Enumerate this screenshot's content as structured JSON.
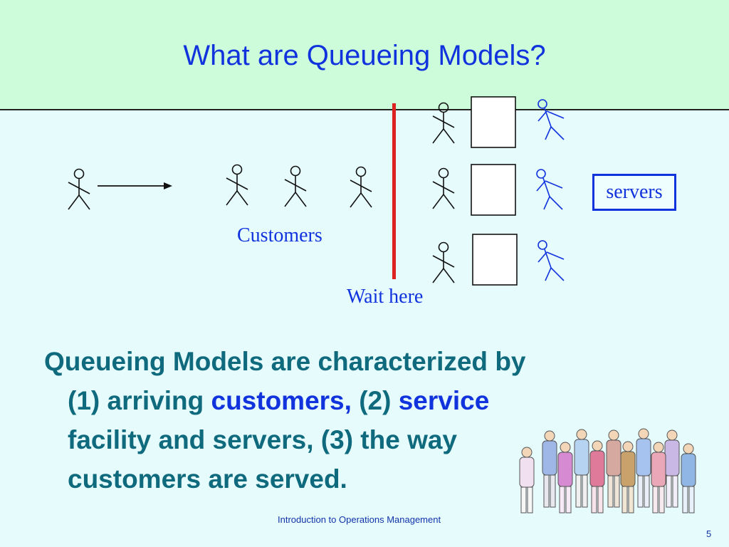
{
  "slide": {
    "title": "What are Queueing Models?",
    "labels": {
      "customers": "Customers",
      "wait_here": "Wait here",
      "servers": "servers"
    },
    "body": {
      "line1": "Queueing Models are characterized by",
      "line2_a": "(1) arriving ",
      "line2_b": "customers,",
      "line2_c": " (2) ",
      "line2_d": "service",
      "line3": "facility and servers, (3) the way",
      "line4": "customers are served."
    },
    "footer": "Introduction to Operations Management",
    "page_number": "5"
  },
  "colors": {
    "title_band": "#ccfcd9",
    "background": "#e6fbfc",
    "accent_blue": "#1133dd",
    "body_teal": "#0f6a7d",
    "wait_line_red": "#dd2222"
  }
}
